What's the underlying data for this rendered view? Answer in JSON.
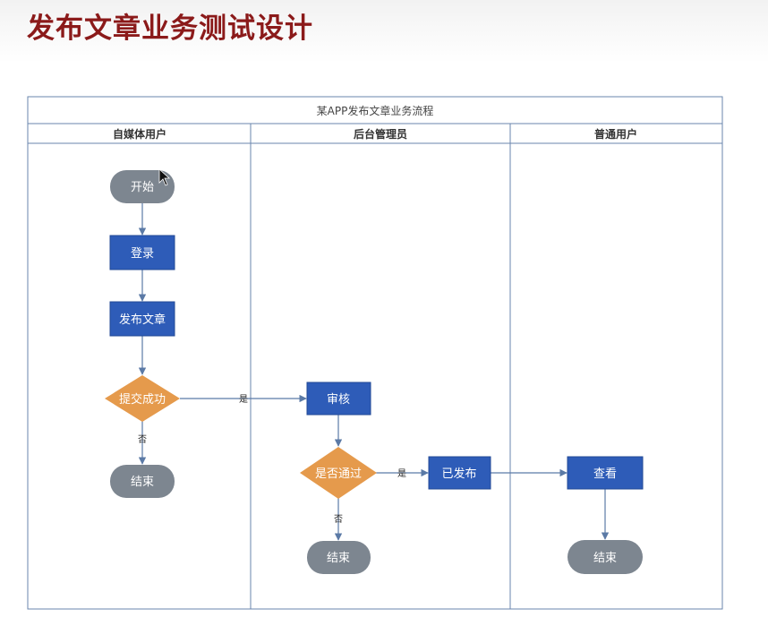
{
  "slide": {
    "title": "发布文章业务测试设计"
  },
  "diagram": {
    "title": "某APP发布文章业务流程",
    "lanes": [
      "自媒体用户",
      "后台管理员",
      "普通用户"
    ],
    "nodes": {
      "start": "开始",
      "login": "登录",
      "publish_article": "发布文章",
      "submit_success": "提交成功",
      "end_author": "结束",
      "review": "审核",
      "approved": "是否通过",
      "end_admin": "结束",
      "published": "已发布",
      "view": "查看",
      "end_reader": "结束"
    },
    "edge_labels": {
      "submit_yes": "是",
      "submit_no": "否",
      "approved_yes": "是",
      "approved_no": "否"
    },
    "colors": {
      "process": "#2e5cb8",
      "decision": "#e59a4c",
      "terminal": "#7d8690",
      "line": "#5b7aa6"
    }
  }
}
